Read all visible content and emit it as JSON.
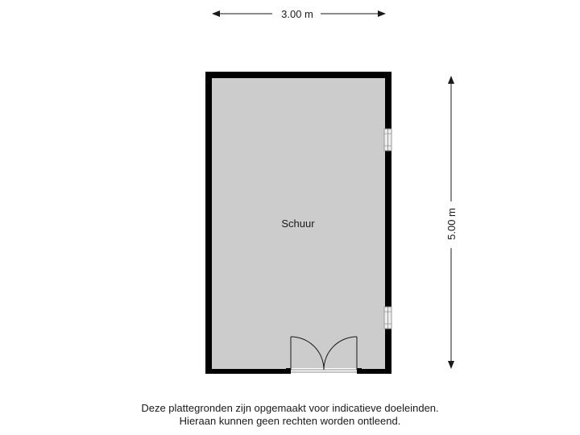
{
  "dimensions": {
    "width_label": "3.00 m",
    "height_label": "5.00 m"
  },
  "room": {
    "name": "Schuur"
  },
  "disclaimer": {
    "line1": "Deze plattegronden zijn opgemaakt voor indicatieve doeleinden.",
    "line2": "Hieraan kunnen geen rechten worden ontleend."
  },
  "colors": {
    "wall": "#000000",
    "floor": "#cccccc",
    "window_frame": "#9a9a9a",
    "window_glass": "#eeeeee"
  }
}
